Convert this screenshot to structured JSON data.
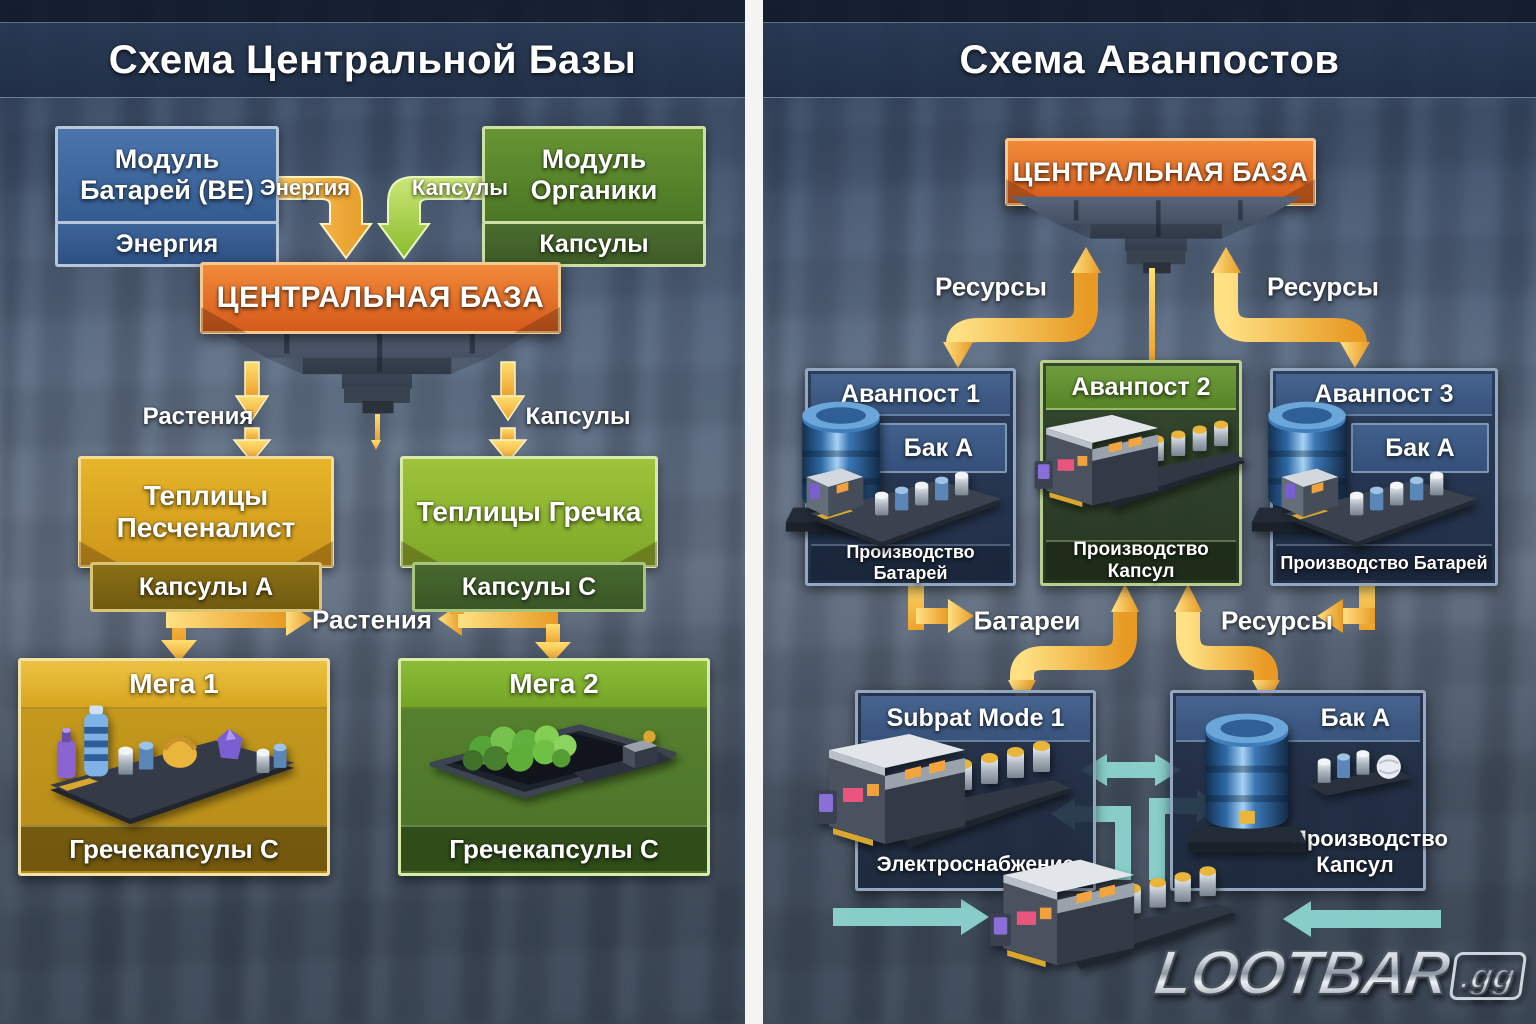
{
  "colors": {
    "accent_orange": "#e2661f",
    "accent_gold": "#f0b52d",
    "accent_green": "#7fb12e",
    "accent_blue": "#3a5c8e",
    "accent_teal": "#8fd9d3"
  },
  "left": {
    "title": "Схема Центральной Базы",
    "module_batteries": {
      "title": "Модуль Батарей (ВЕ)",
      "output": "Энергия"
    },
    "module_organics": {
      "title": "Модуль Органики",
      "output": "Капсулы"
    },
    "energy_arrow_label": "Энергия",
    "capsules_arrow_label": "Капсулы",
    "central_base_label": "ЦЕНТРАЛЬНАЯ БАЗА",
    "plants_arrow_label": "Растения",
    "capsules_down_label": "Капсулы",
    "greenhouse_left": {
      "title": "Теплицы Песченалист",
      "output": "Капсулы А"
    },
    "greenhouse_right": {
      "title": "Теплицы Гречка",
      "output": "Капсулы С"
    },
    "plants_mid_label": "Растения",
    "mega1": {
      "title": "Мега 1",
      "caption": "Гречекапсулы С"
    },
    "mega2": {
      "title": "Мега 2",
      "caption": "Гречекапсулы С"
    }
  },
  "right": {
    "title": "Схема Аванпостов",
    "central_base_label": "ЦЕНТРАЛЬНАЯ БАЗА",
    "resources_left_label": "Ресурсы",
    "resources_right_label": "Ресурсы",
    "outpost1": {
      "title": "Аванпост 1",
      "tank": "Бак А",
      "caption": "Производство Батарей"
    },
    "outpost2": {
      "title": "Аванпост 2",
      "caption": "Производство Капсул"
    },
    "outpost3": {
      "title": "Аванпост 3",
      "tank": "Бак А",
      "caption": "Производство Батарей"
    },
    "batteries_label": "Батареи",
    "resources_mid_label": "Ресурсы",
    "subpat": {
      "title": "Subpat Mode 1",
      "caption": "Электроснабжение"
    },
    "tank_station": {
      "title": "Бак А",
      "caption_line1": "Производство",
      "caption_line2": "Капсул"
    },
    "watermark": {
      "brand": "LOOTBAR",
      "tld": ".gg"
    }
  }
}
